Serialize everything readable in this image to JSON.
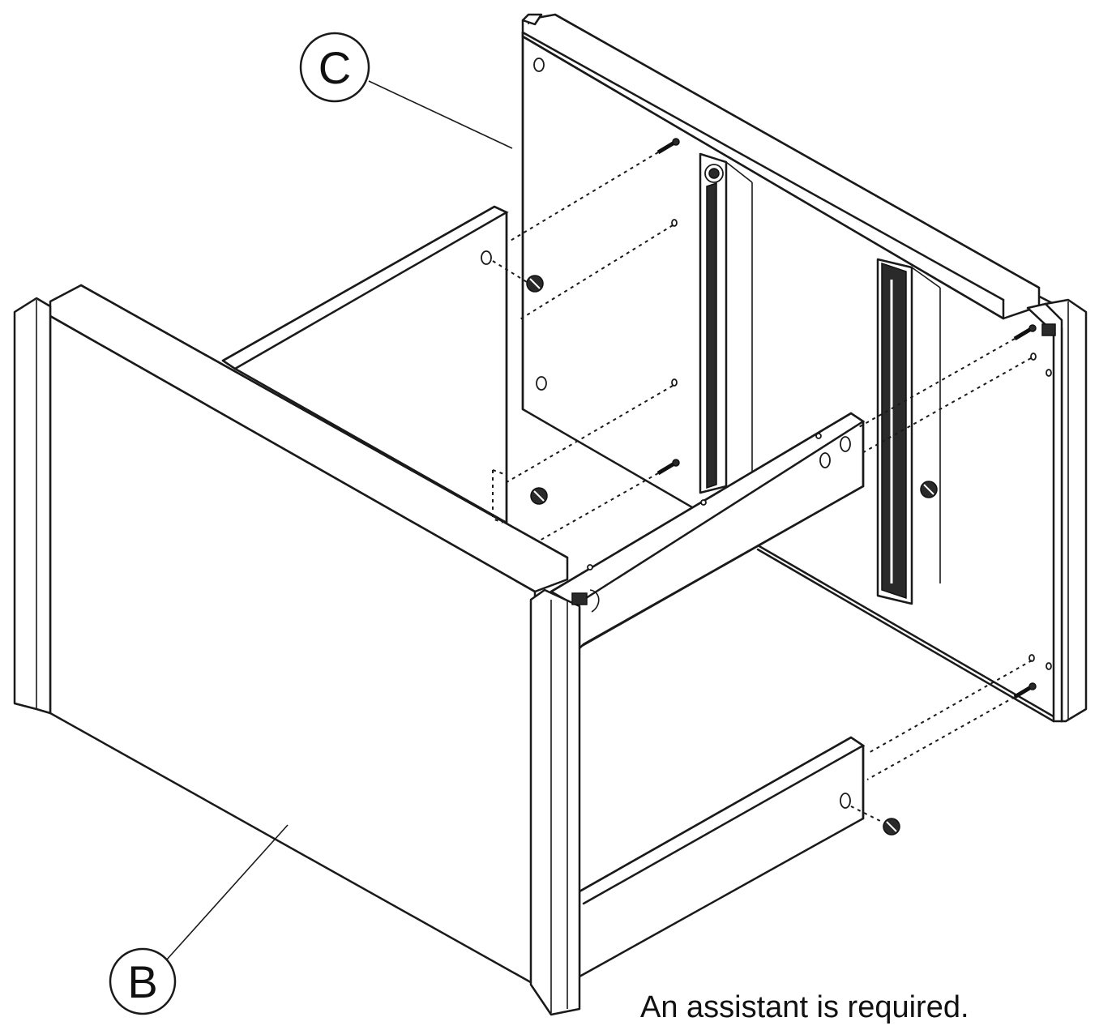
{
  "callouts": {
    "c_label": "C",
    "b_label": "B"
  },
  "caption": "An assistant is required.",
  "icons": [
    "cam-lock-icon",
    "cam-bolt-icon",
    "drawer-slide-icon"
  ],
  "colors": {
    "line": "#1a1a1a",
    "background": "#ffffff"
  }
}
